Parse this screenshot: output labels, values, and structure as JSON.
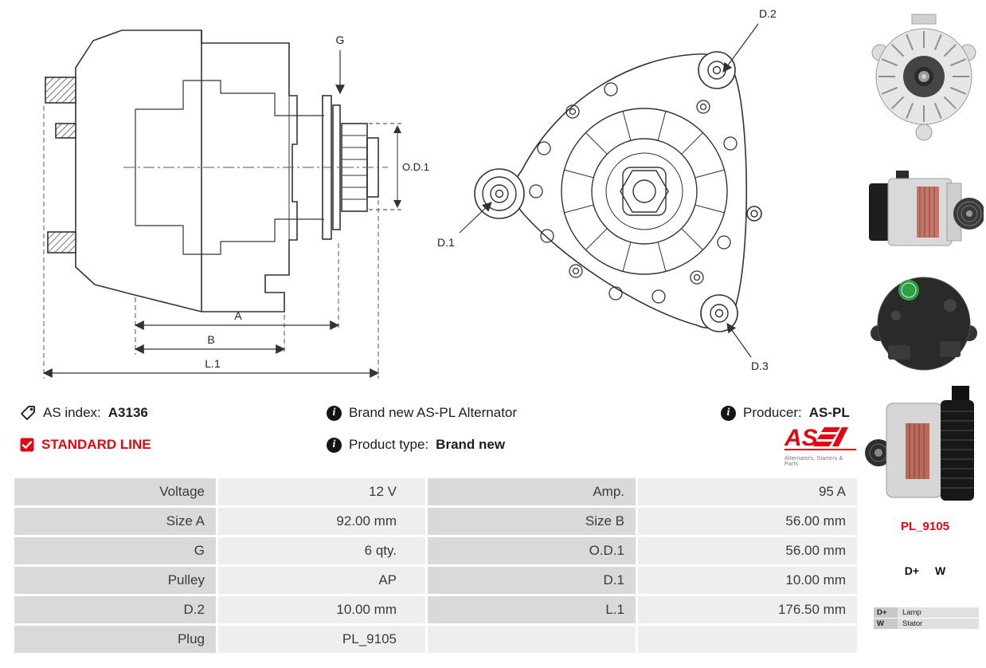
{
  "colors": {
    "accent_red": "#e30613",
    "label_cell": "#d9d9d9",
    "value_cell": "#eeeeee",
    "line": "#333333"
  },
  "info": {
    "as_index_label": "AS index:",
    "as_index_value": "A3136",
    "standard_line_label": "STANDARD LINE",
    "brand_new_text": "Brand new AS-PL Alternator",
    "product_type_label": "Product type:",
    "product_type_value": "Brand new",
    "producer_label": "Producer:",
    "producer_value": "AS-PL",
    "logo": {
      "text": "AS",
      "tagline": "Alternators, Starters & Parts"
    },
    "icons": {
      "info_glyph": "i"
    }
  },
  "diagram": {
    "side": {
      "g": "G",
      "od1": "O.D.1",
      "a": "A",
      "b": "B",
      "l1": "L.1"
    },
    "front": {
      "d1": "D.1",
      "d2": "D.2",
      "d3": "D.3"
    }
  },
  "side_panel": {
    "plug_code": "PL_9105",
    "terminals": [
      "D+",
      "W"
    ],
    "pinout": [
      {
        "pin": "D+",
        "signal": "Lamp"
      },
      {
        "pin": "W",
        "signal": "Stator"
      }
    ]
  },
  "spec": {
    "rows": [
      {
        "l1": "Voltage",
        "v1": "12 V",
        "l2": "Amp.",
        "v2": "95 A"
      },
      {
        "l1": "Size A",
        "v1": "92.00 mm",
        "l2": "Size B",
        "v2": "56.00 mm"
      },
      {
        "l1": "G",
        "v1": "6 qty.",
        "l2": "O.D.1",
        "v2": "56.00 mm"
      },
      {
        "l1": "Pulley",
        "v1": "AP",
        "l2": "D.1",
        "v2": "10.00 mm"
      },
      {
        "l1": "D.2",
        "v1": "10.00 mm",
        "l2": "L.1",
        "v2": "176.50 mm"
      },
      {
        "l1": "Plug",
        "v1": "PL_9105",
        "l2": "",
        "v2": ""
      }
    ]
  }
}
